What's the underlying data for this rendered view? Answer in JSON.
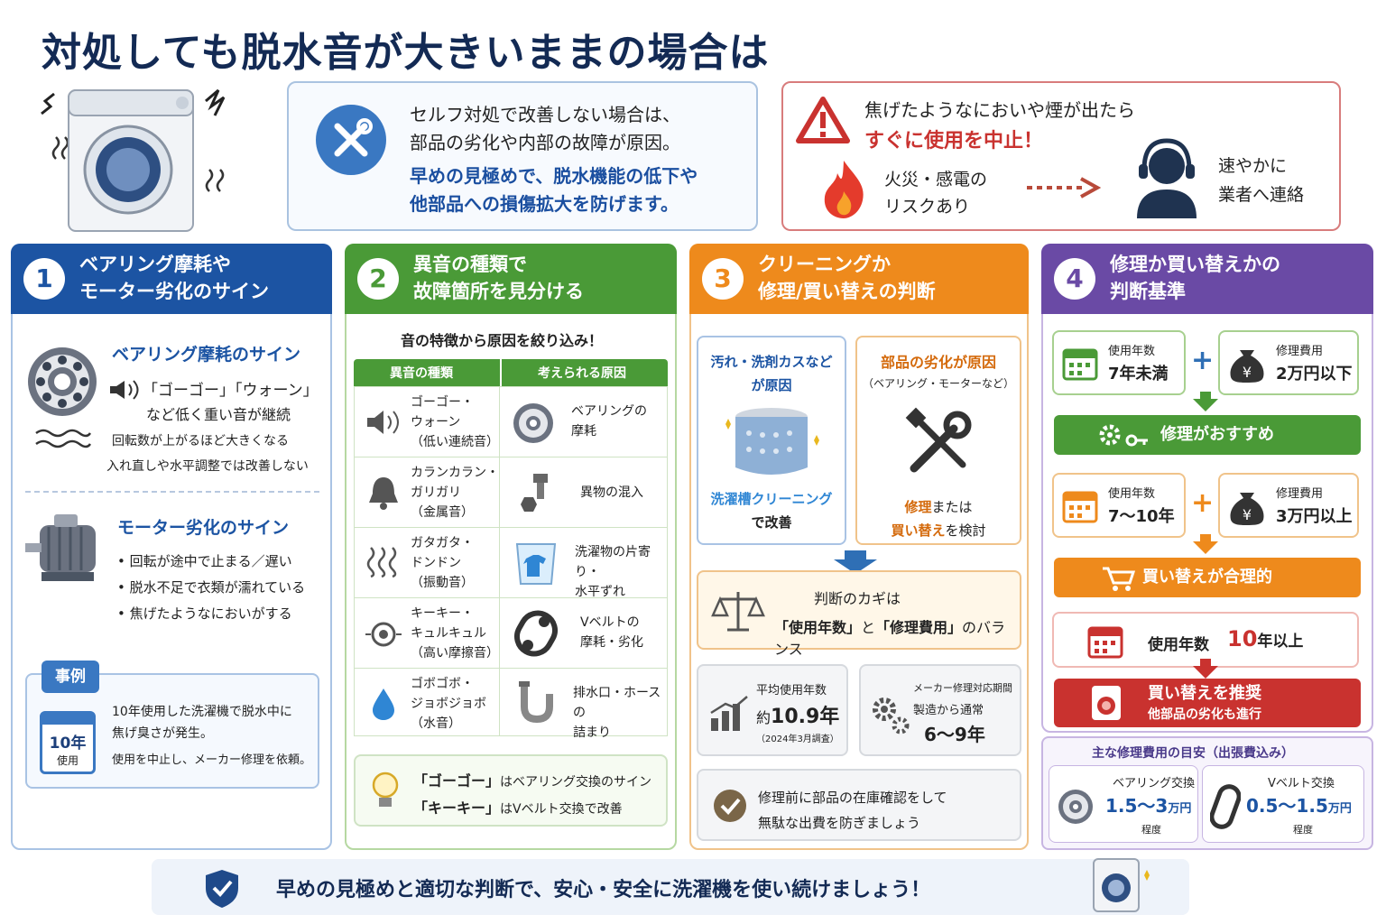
{
  "title": "対処しても脱水音が大きいままの場合は",
  "intro": {
    "line1": "セルフ対処で改善しない場合は、",
    "line2": "部品の劣化や内部の故障が原因。",
    "line3": "早めの見極めで、脱水機能の低下や",
    "line4": "他部品への損傷拡大を防げます。"
  },
  "warning": {
    "line1": "焦げたようなにおいや煙が出たら",
    "line2": "すぐに使用を中止！",
    "risk1": "火災・感電の",
    "risk2": "リスクあり",
    "contact1": "速やかに",
    "contact2": "業者へ連絡"
  },
  "col1": {
    "num": "1",
    "h1": "ベアリング摩耗や",
    "h2": "モーター劣化のサイン",
    "bearing_title": "ベアリング摩耗のサイン",
    "bearing_l1": "「ゴーゴー」「ウォーン」",
    "bearing_l2": "など低く重い音が継続",
    "bearing_l3": "回転数が上がるほど大きくなる",
    "bearing_l4": "入れ直しや水平調整では改善しない",
    "motor_title": "モーター劣化のサイン",
    "motor_items": [
      "回転が途中で止まる／遅い",
      "脱水不足で衣類が濡れている",
      "焦げたようなにおいがする"
    ],
    "case_tag": "事例",
    "case_year": "10年",
    "case_use": "使用",
    "case_l1": "10年使用した洗濯機で脱水中に",
    "case_l2": "焦げ臭さが発生。",
    "case_l3": "使用を中止し、メーカー修理を依頼。"
  },
  "col2": {
    "num": "2",
    "h1": "異音の種類で",
    "h2": "故障箇所を見分ける",
    "sub": "音の特徴から原因を絞り込み！",
    "th1": "異音の種類",
    "th2": "考えられる原因",
    "rows": [
      {
        "s1": "ゴーゴー・",
        "s2": "ウォーン",
        "s3": "（低い連続音）",
        "c1": "ベアリングの",
        "c2": "摩耗"
      },
      {
        "s1": "カランカラン・",
        "s2": "ガリガリ",
        "s3": "（金属音）",
        "c1": "異物の混入",
        "c2": ""
      },
      {
        "s1": "ガタガタ・",
        "s2": "ドンドン",
        "s3": "（振動音）",
        "c1": "洗濯物の片寄り・",
        "c2": "水平ずれ"
      },
      {
        "s1": "キーキー・",
        "s2": "キュルキュル",
        "s3": "（高い摩擦音）",
        "c1": "Vベルトの",
        "c2": "摩耗・劣化"
      },
      {
        "s1": "ゴボゴボ・",
        "s2": "ジョボジョボ",
        "s3": "（水音）",
        "c1": "排水口・ホースの",
        "c2": "詰まり"
      }
    ],
    "tip_a1": "「ゴーゴー」",
    "tip_a2": "はベアリング交換のサイン",
    "tip_b1": "「キーキー」",
    "tip_b2": "はVベルト交換で改善"
  },
  "col3": {
    "num": "3",
    "h1": "クリーニングか",
    "h2": "修理/買い替えの判断",
    "left_t1": "汚れ・洗剤カスなど",
    "left_t2": "が原因",
    "left_b1": "洗濯槽クリーニング",
    "left_b2": "で改善",
    "right_t1": "部品の劣化が原因",
    "right_t2": "（ベアリング・モーターなど）",
    "right_b1a": "修理",
    "right_b1b": "または",
    "right_b2a": "買い替え",
    "right_b2b": "を検討",
    "key1": "判断のカギは",
    "key2a": "「使用年数」",
    "key2b": "と",
    "key2c": "「修理費用」",
    "key2d": "のバランス",
    "avg_label": "平均使用年数",
    "avg_pre": "約",
    "avg_val": "10.9年",
    "avg_note": "（2024年3月調査）",
    "maker1": "メーカー修理対応期間",
    "maker2": "製造から通常",
    "maker3": "6〜9年",
    "note1": "修理前に部品の在庫確認をして",
    "note2": "無駄な出費を防ぎましょう"
  },
  "col4": {
    "num": "4",
    "h1": "修理か買い替えかの",
    "h2": "判断基準",
    "a_years_l": "使用年数",
    "a_years": "7年未満",
    "a_cost_l": "修理費用",
    "a_cost": "2万円以下",
    "a_result": "修理がおすすめ",
    "b_years_l": "使用年数",
    "b_years": "7〜10年",
    "b_cost_l": "修理費用",
    "b_cost": "3万円以上",
    "b_result": "買い替えが合理的",
    "c_years_l": "使用年数",
    "c_years_num": "10",
    "c_years_suffix": "年以上",
    "c_result1": "買い替えを推奨",
    "c_result2": "他部品の劣化も進行",
    "cost_title": "主な修理費用の目安（出張費込み）",
    "cost1_l": "ベアリング交換",
    "cost1_v": "1.5〜3",
    "cost1_u": "万円",
    "cost1_n": "程度",
    "cost2_l": "Vベルト交換",
    "cost2_v": "0.5〜1.5",
    "cost2_u": "万円",
    "cost2_n": "程度"
  },
  "footer": "早めの見極めと適切な判断で、安心・安全に洗濯機を使い続けましょう！",
  "colors": {
    "blue": "#1c54a3",
    "green": "#4a9a37",
    "orange": "#ee8a1c",
    "purple": "#6a4aa5",
    "red": "#c9322f",
    "navy": "#132a54"
  }
}
